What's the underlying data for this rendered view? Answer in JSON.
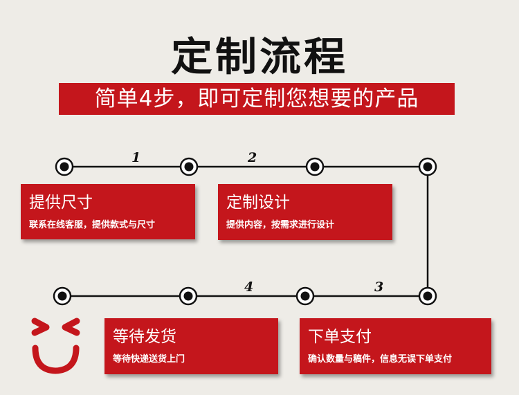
{
  "title": "定制流程",
  "subtitle": "简单4步，即可定制您想要的产品",
  "steps": [
    {
      "number": "1",
      "title": "提供尺寸",
      "desc": "联系在线客服，提供款式与尺寸"
    },
    {
      "number": "2",
      "title": "定制设计",
      "desc": "提供内容，按需求进行设计"
    },
    {
      "number": "3",
      "title": "下单支付",
      "desc": "确认数量与稿件，信息无误下单支付"
    },
    {
      "number": "4",
      "title": "等待发货",
      "desc": "等待快递送货上门"
    }
  ],
  "colors": {
    "accent": "#c4161c",
    "background": "#eeece7"
  }
}
